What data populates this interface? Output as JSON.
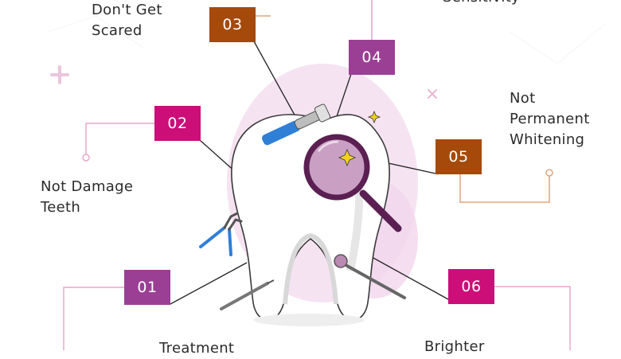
{
  "colors": {
    "brown": "#a54a0a",
    "purple": "#9b3f94",
    "magenta": "#cc0e79",
    "line": "#222222",
    "connector_pink": "#e9a7c9",
    "connector_brown": "#e0a679",
    "tooth_glow": "#f3dcef"
  },
  "items": [
    {
      "number": "01",
      "label": "Treatment",
      "color": "purple"
    },
    {
      "number": "02",
      "label": "Not Damage\nTeeth",
      "color": "magenta"
    },
    {
      "number": "03",
      "label": "Don't Get\nScared",
      "color": "brown"
    },
    {
      "number": "04",
      "label": "Sensitivity",
      "color": "purple"
    },
    {
      "number": "05",
      "label": "Not\nPermanent\nWhitening",
      "color": "brown"
    },
    {
      "number": "06",
      "label": "Brighter",
      "color": "magenta"
    }
  ],
  "icons": [
    "tooth-icon",
    "dental-drill-icon",
    "magnifying-glass-icon",
    "sparkle-icon",
    "dental-forceps-icon",
    "dental-mirror-icon",
    "dental-probe-icon",
    "plus-icon",
    "cross-icon"
  ]
}
